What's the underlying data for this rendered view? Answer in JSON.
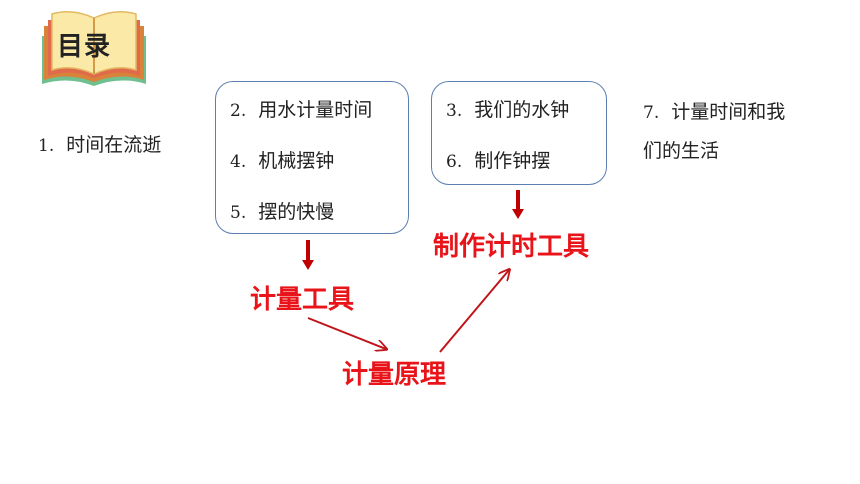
{
  "header": {
    "title": "目录"
  },
  "items": {
    "i1": {
      "num": "1.",
      "label": "时间在流逝"
    },
    "i2": {
      "num": "2.",
      "label": "用水计量时间"
    },
    "i4": {
      "num": "4.",
      "label": "机械摆钟"
    },
    "i5": {
      "num": "5.",
      "label": "摆的快慢"
    },
    "i3": {
      "num": "3.",
      "label": "我们的水钟"
    },
    "i6": {
      "num": "6.",
      "label": "制作钟摆"
    },
    "i7": {
      "num": "7.",
      "line1": "计量时间和我",
      "line2": "们的生活"
    }
  },
  "concepts": {
    "tools": "计量工具",
    "make_tools": "制作计时工具",
    "principle": "计量原理"
  },
  "colors": {
    "accent_red": "#e8141a",
    "box_border": "#5b7fb0",
    "arrow_dark_red": "#c00000"
  }
}
